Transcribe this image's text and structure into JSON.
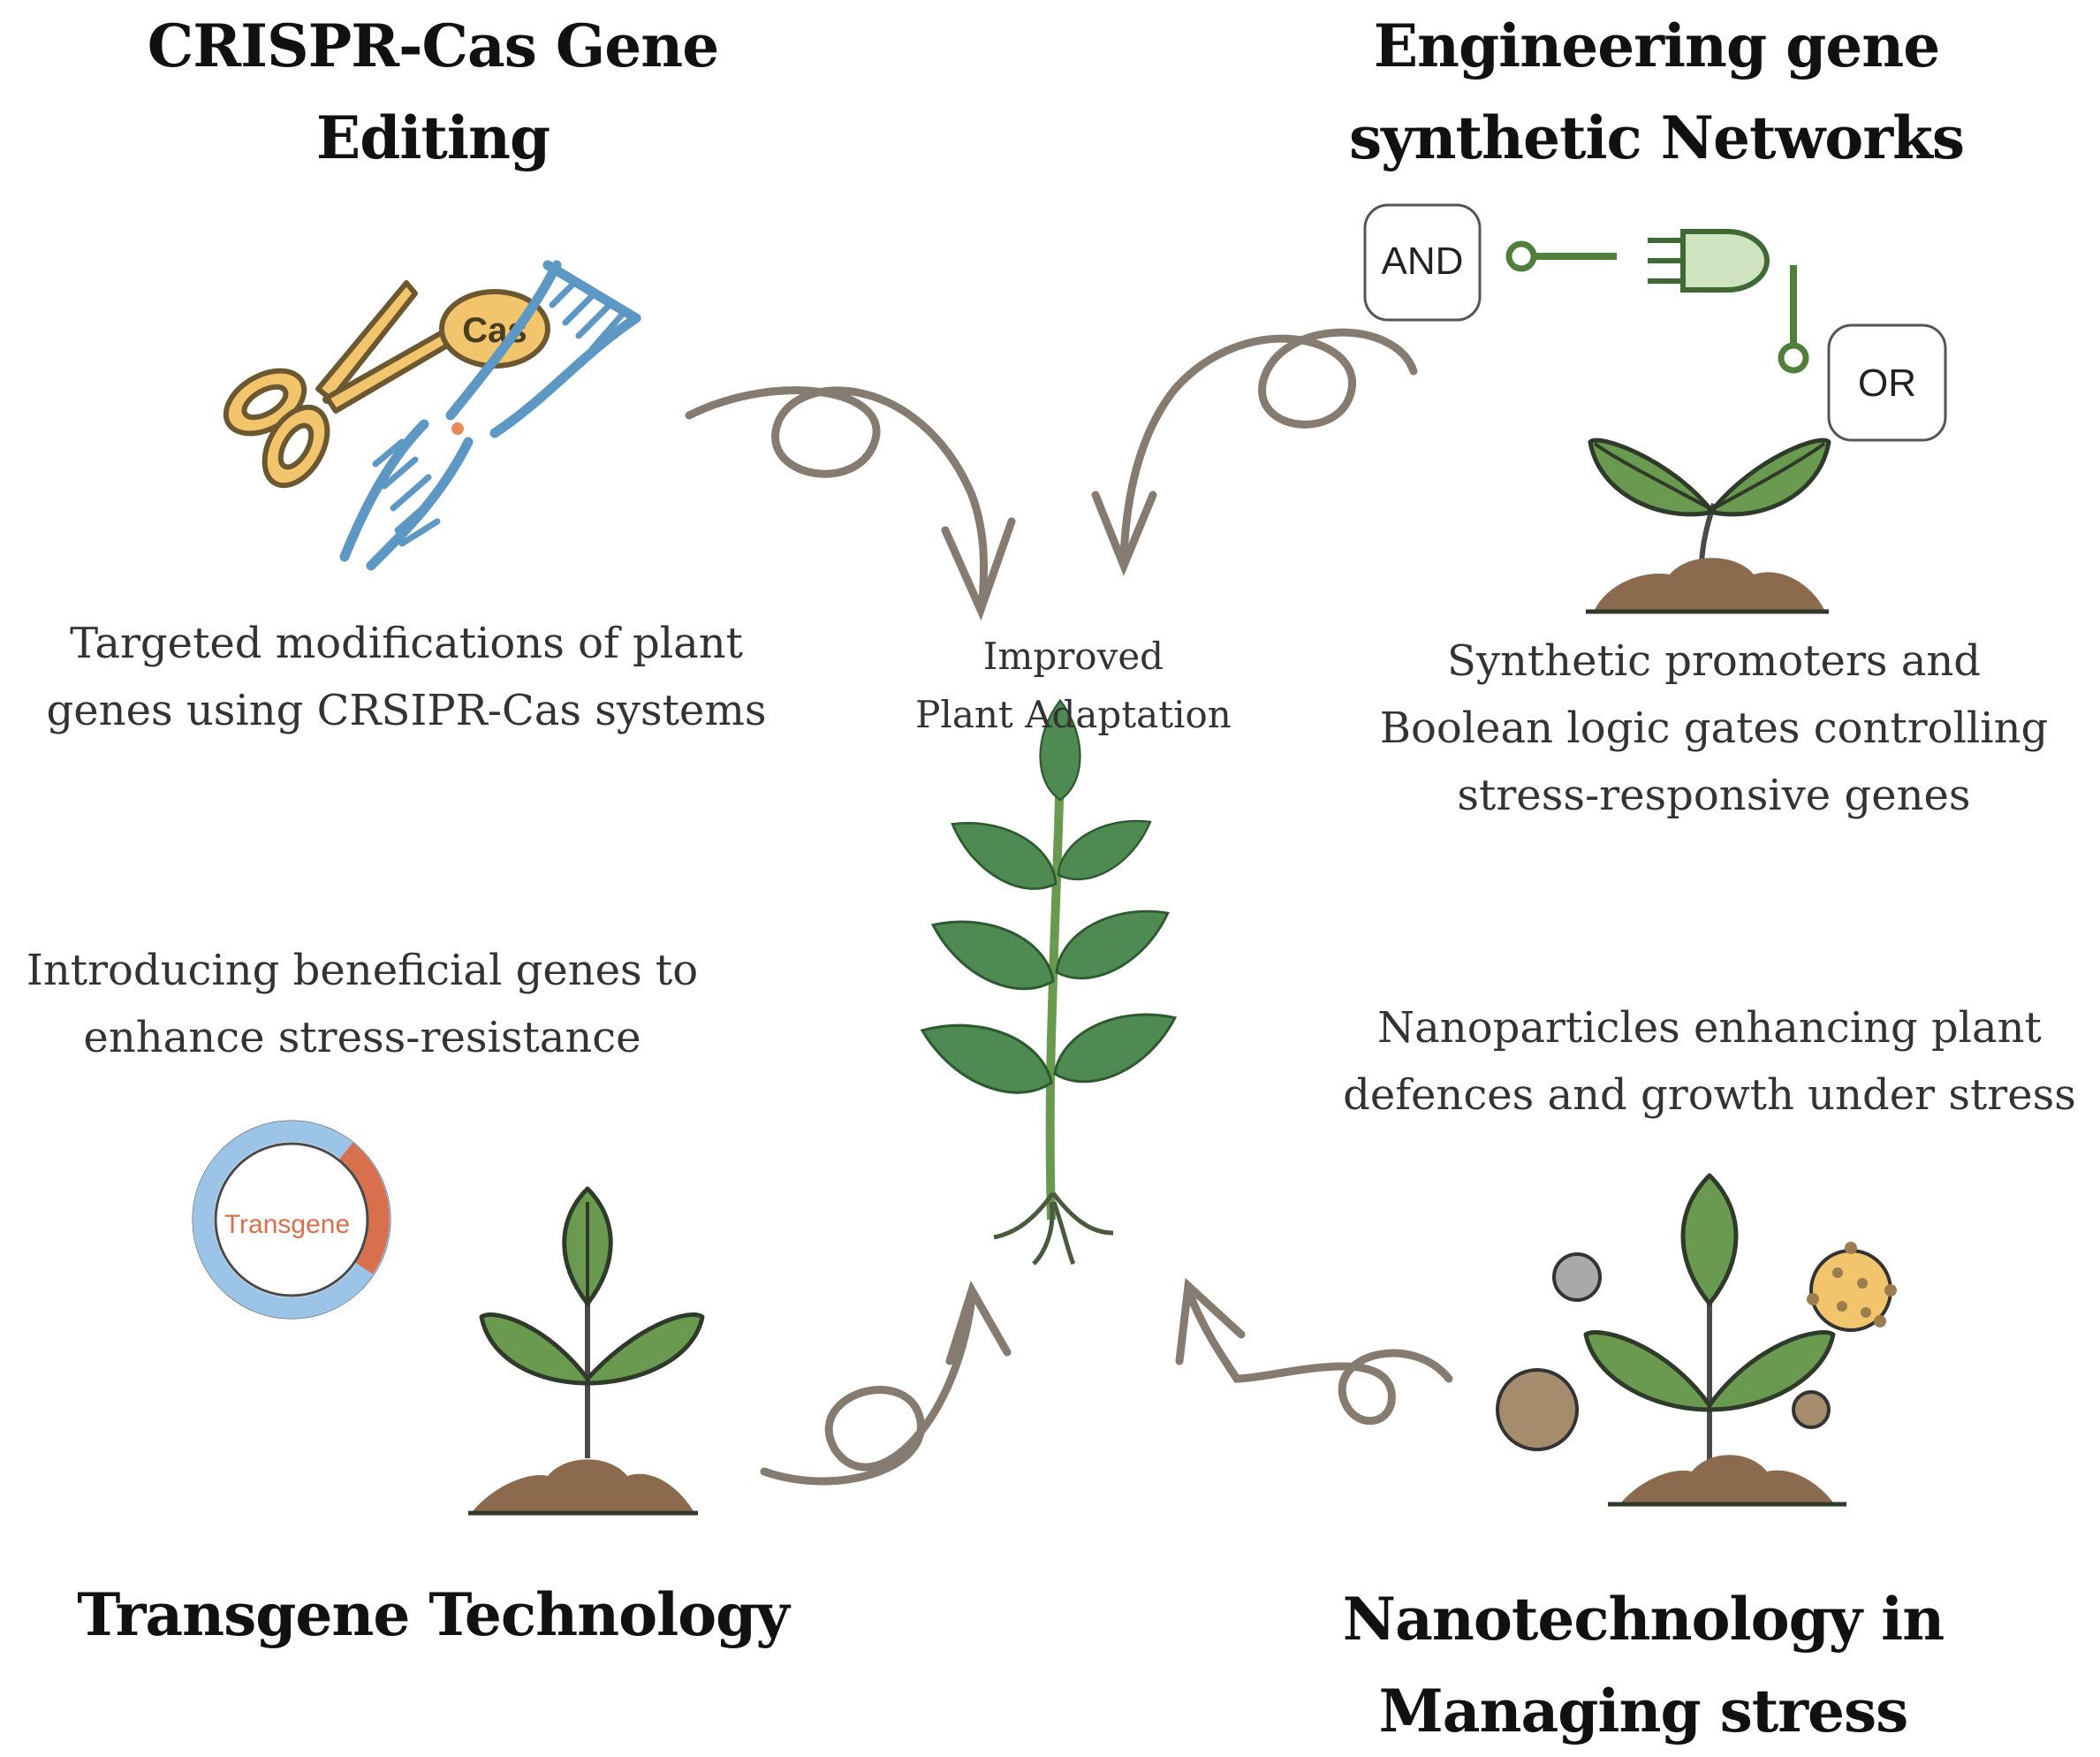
{
  "sections": {
    "crispr": {
      "title": "CRISPR-Cas Gene\nEditing",
      "description": "Targeted modifications of plant\ngenes using CRSIPR-Cas systems",
      "cas_label": "Cas"
    },
    "synthetic": {
      "title": "Engineering gene\nsynthetic Networks",
      "description": "Synthetic promoters and\nBoolean logic gates controlling\nstress-responsive genes",
      "gate_and": "AND",
      "gate_or": "OR"
    },
    "transgene": {
      "title": "Transgene Technology",
      "description": "Introducing beneficial genes to\nenhance stress-resistance",
      "plasmid_label": "Transgene"
    },
    "nano": {
      "title": "Nanotechnology in\nManaging stress",
      "description": "Nanoparticles enhancing plant\ndefences and growth under stress"
    }
  },
  "center": {
    "label": "Improved\nPlant Adaptation"
  },
  "colors": {
    "arrow": "#857b71",
    "leaf": "#6a9a4f",
    "leaf_dark": "#3f6a36",
    "soil": "#8b6a4e",
    "dna": "#5d97c4",
    "scissors": "#f2c56d",
    "plasmid_blue": "#9cc4e6",
    "plasmid_red": "#d9704d"
  },
  "icons": [
    "scissors-icon",
    "dna-icon",
    "logic-gate-icon",
    "plant-icon",
    "plasmid-icon",
    "nanoparticle-icon",
    "arrow-icon"
  ]
}
